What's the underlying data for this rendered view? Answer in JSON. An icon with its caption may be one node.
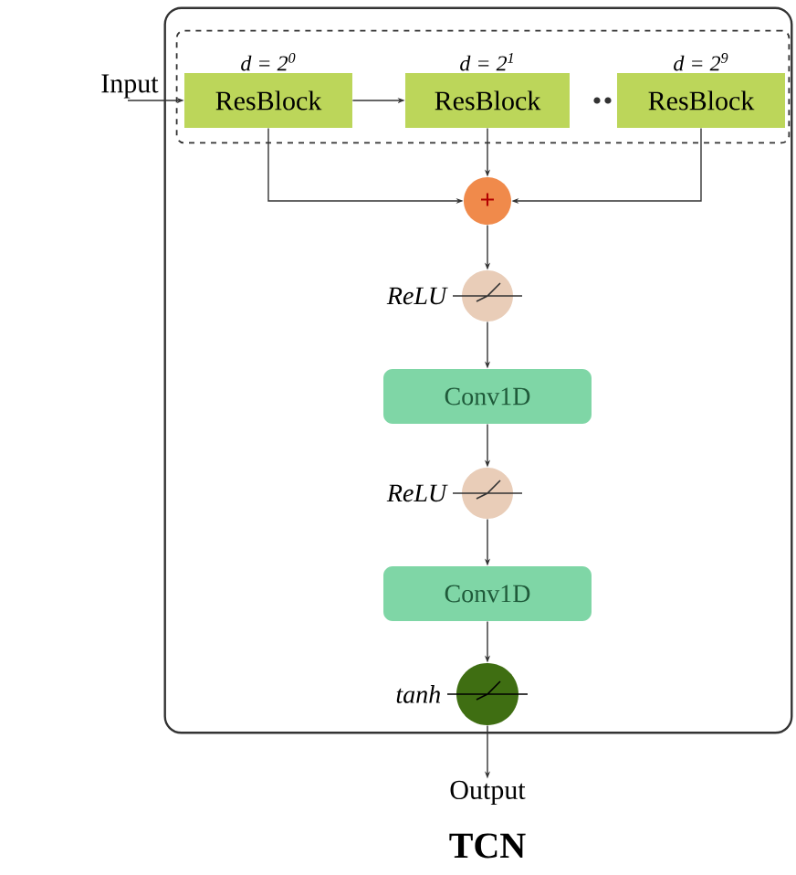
{
  "diagram": {
    "title": "TCN",
    "nodes": [
      {
        "text": [],
        "shape": "box"
      },
      {
        "text": [],
        "shape": "box",
        "in": 0
      },
      {
        "text": [
          "*d* = 2$^{0}$",
          "ResBlock"
        ],
        "in": 1
      },
      {
        "text": [
          "*d* = 2$^{1}$",
          "ResBlock"
        ],
        "in": 1
      },
      {
        "text": [
          "*d* = 2$^{9}$",
          "ResBlock"
        ],
        "in": 1
      },
      {
        "text": [
          "+"
        ],
        "in": 0
      },
      {
        "text": [],
        "shape": "circle",
        "in": 0,
        "beside": [
          "ReLU"
        ]
      },
      {
        "text": [
          "Conv1D"
        ],
        "in": 0
      },
      {
        "text": [],
        "shape": "circle",
        "in": 0,
        "beside": [
          "ReLU"
        ]
      },
      {
        "text": [
          "Conv1D"
        ],
        "in": 0
      },
      {
        "text": [],
        "shape": "circle",
        "in": 0,
        "beside": [
          "tanh"
        ]
      },
      {
        "text": [
          "Input"
        ]
      },
      {
        "text": [
          "Output"
        ]
      }
    ],
    "edges": [
      {
        "from": 11,
        "to": 2,
        "arrow": "to"
      },
      {
        "from": 2,
        "to": 3,
        "arrow": "to"
      },
      {
        "from": 2,
        "to": 5,
        "arrow": "to"
      },
      {
        "from": 3,
        "to": 5,
        "arrow": "to"
      },
      {
        "from": 4,
        "to": 5,
        "arrow": "to"
      },
      {
        "from": 5,
        "to": 6,
        "arrow": "to"
      },
      {
        "from": 6,
        "to": 7,
        "arrow": "to"
      },
      {
        "from": 7,
        "to": 8,
        "arrow": "to"
      },
      {
        "from": 8,
        "to": 9,
        "arrow": "to"
      },
      {
        "from": 9,
        "to": 10,
        "arrow": "to"
      },
      {
        "from": 10,
        "to": 12,
        "arrow": "to"
      }
    ]
  }
}
